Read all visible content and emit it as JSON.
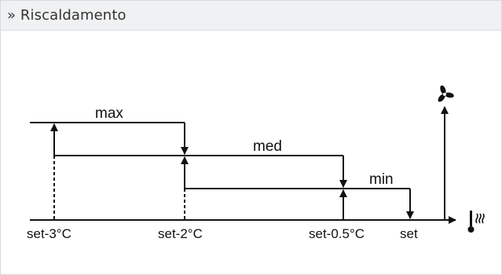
{
  "header": {
    "title": "» Riscaldamento"
  },
  "diagram": {
    "levels": {
      "max": "max",
      "med": "med",
      "min": "min"
    },
    "axis_labels": {
      "set_minus_3": "set-3°C",
      "set_minus_2": "set-2°C",
      "set_minus_05": "set-0.5°C",
      "set": "set"
    },
    "icons": {
      "fan": "fan-icon",
      "temperature": "heating-temperature-icon"
    }
  }
}
